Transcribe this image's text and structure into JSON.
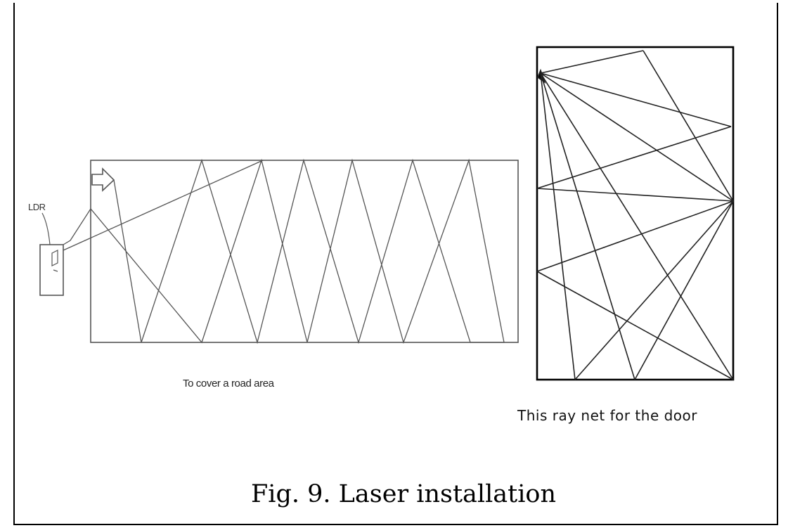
{
  "labels": {
    "ldr": "LDR",
    "road_caption": "To cover a road area",
    "door_caption": "This ray net for the door",
    "figure_caption": "Fig. 9. Laser installation"
  },
  "colors": {
    "line": "#555555",
    "door_line": "#222222",
    "border": "#000000"
  }
}
